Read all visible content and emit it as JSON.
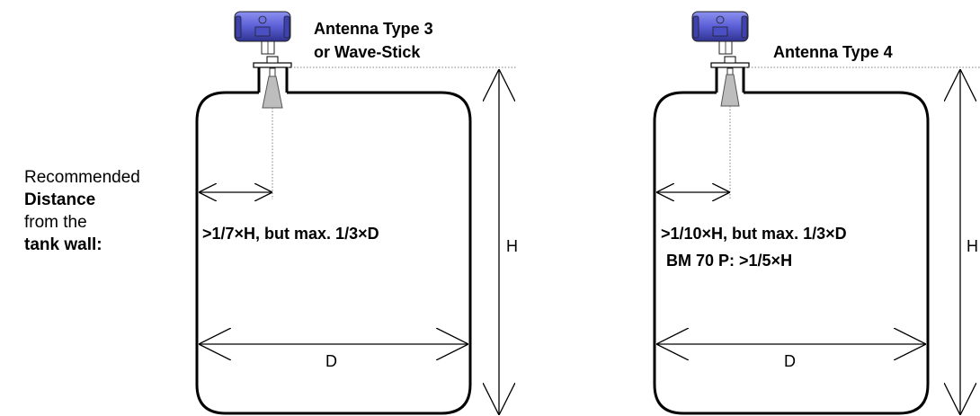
{
  "side_text": {
    "line1": "Recommended",
    "line2": "Distance",
    "line3": "from the",
    "line4": "tank wall:"
  },
  "left_tank": {
    "antenna_label_1": "Antenna Type 3",
    "antenna_label_2": "or Wave-Stick",
    "distance_rule": ">1/7×H, but max. 1/3×D",
    "height_label": "H",
    "diameter_label": "D"
  },
  "right_tank": {
    "antenna_label_1": "Antenna Type 4",
    "distance_rule": ">1/10×H, but max. 1/3×D",
    "distance_rule_2": "BM 70 P:  >1/5×H",
    "height_label": "H",
    "diameter_label": "D"
  },
  "colors": {
    "instrument_housing": "#5b5fd6",
    "antenna_cone": "#bdbdbd",
    "outline": "#000000",
    "guide_line": "#808080"
  },
  "icons": [
    "radar-transmitter-icon",
    "horn-antenna-icon"
  ]
}
